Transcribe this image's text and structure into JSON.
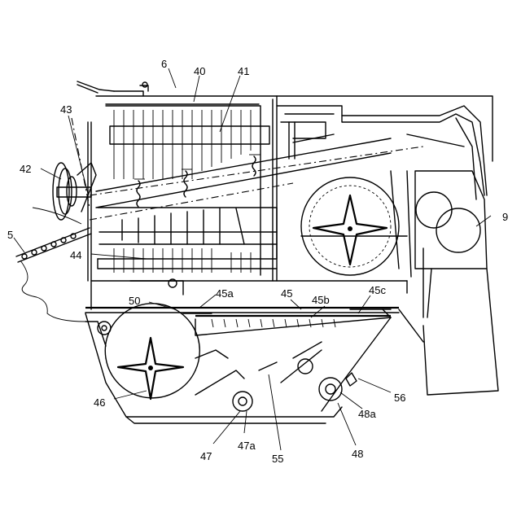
{
  "labels": {
    "l6": "6",
    "l40": "40",
    "l41": "41",
    "l43": "43",
    "l42": "42",
    "l9": "9",
    "l5": "5",
    "l44": "44",
    "l45a": "45a",
    "l45": "45",
    "l45b": "45b",
    "l45c": "45c",
    "l50": "50",
    "l46": "46",
    "l47": "47",
    "l47a": "47a",
    "l55": "55",
    "l48": "48",
    "l48a": "48a",
    "l56": "56"
  }
}
